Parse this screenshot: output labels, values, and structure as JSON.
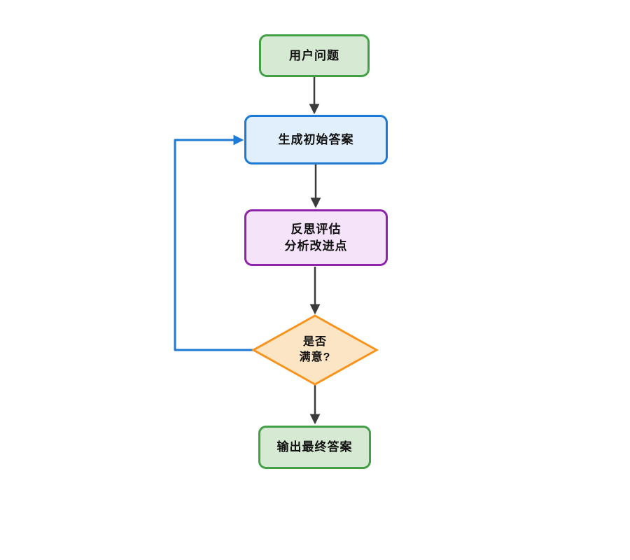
{
  "diagram": {
    "type": "flowchart",
    "orientation": "top-down",
    "nodes": {
      "user_question": {
        "label": "用户问题",
        "shape": "rounded-rect",
        "theme": "green"
      },
      "generate_initial_answer": {
        "label": "生成初始答案",
        "shape": "rounded-rect",
        "theme": "blue"
      },
      "reflect_evaluate": {
        "line1": "反思评估",
        "line2": "分析改进点",
        "shape": "rounded-rect",
        "theme": "purple"
      },
      "decision_satisfied": {
        "line1": "是否",
        "line2": "满意?",
        "shape": "diamond",
        "theme": "orange"
      },
      "output_final_answer": {
        "label": "输出最终答案",
        "shape": "rounded-rect",
        "theme": "green"
      }
    },
    "edges": [
      {
        "from": "user_question",
        "to": "generate_initial_answer",
        "style": "dark-arrow"
      },
      {
        "from": "generate_initial_answer",
        "to": "reflect_evaluate",
        "style": "dark-arrow"
      },
      {
        "from": "reflect_evaluate",
        "to": "decision_satisfied",
        "style": "dark-arrow"
      },
      {
        "from": "decision_satisfied",
        "to": "output_final_answer",
        "style": "dark-arrow"
      },
      {
        "from": "decision_satisfied",
        "to": "generate_initial_answer",
        "style": "blue-feedback-loop",
        "route": "left-up-right"
      }
    ],
    "colors": {
      "background": "#ffffff",
      "text": "#111111",
      "green_fill": "#d6e9d2",
      "green_stroke": "#43a047",
      "blue_fill": "#e1eefb",
      "blue_stroke": "#1d7ad4",
      "purple_fill": "#f5e3f9",
      "purple_stroke": "#8e24aa",
      "orange_fill": "#fce5c4",
      "orange_stroke": "#f7941e",
      "arrow_dark": "#3b3b3b",
      "arrow_loop_blue": "#1f7ad6"
    }
  }
}
